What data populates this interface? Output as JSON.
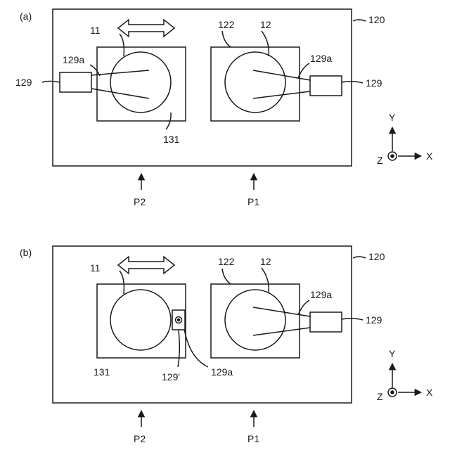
{
  "panels": [
    {
      "label": "(a)",
      "component_11": "11",
      "component_12": "12",
      "stage_122": "122",
      "stage_131": "131",
      "frame_120": "120",
      "arm_tip_left": "129a",
      "arm_tip_right": "129a",
      "unit_left": "129",
      "unit_right": "129",
      "arrow_p2": "P2",
      "arrow_p1": "P1"
    },
    {
      "label": "(b)",
      "component_11": "11",
      "component_12": "12",
      "stage_122": "122",
      "stage_131": "131",
      "frame_120": "120",
      "arm_tip_right": "129a",
      "sensor_tip": "129a",
      "sensor_unit": "129'",
      "unit_right": "129",
      "arrow_p2": "P2",
      "arrow_p1": "P1"
    }
  ],
  "axes": {
    "y": "Y",
    "x": "X",
    "z": "Z"
  }
}
